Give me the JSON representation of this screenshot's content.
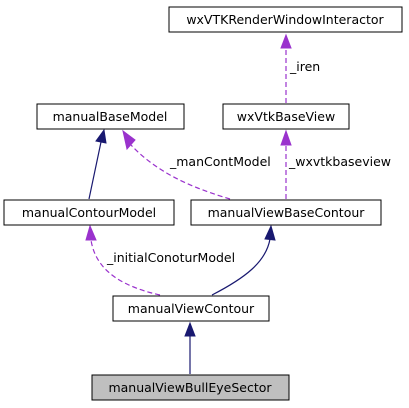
{
  "diagram": {
    "nodes": {
      "wxvtk_render_window_interactor": "wxVTKRenderWindowInteractor",
      "manual_base_model": "manualBaseModel",
      "wx_vtk_base_view": "wxVtkBaseView",
      "manual_contour_model": "manualContourModel",
      "manual_view_base_contour": "manualViewBaseContour",
      "manual_view_contour": "manualViewContour",
      "manual_view_bull_eye_sector": "manualViewBullEyeSector"
    },
    "edge_labels": {
      "iren": "_iren",
      "man_cont_model": "_manContModel",
      "wxvtkbaseview": "_wxvtkbaseview",
      "initial_conotur_model": "_initialConoturModel"
    },
    "colors": {
      "inheritance": "#191970",
      "usage": "#9a32cd",
      "highlight_fill": "#bfbfbf"
    }
  }
}
